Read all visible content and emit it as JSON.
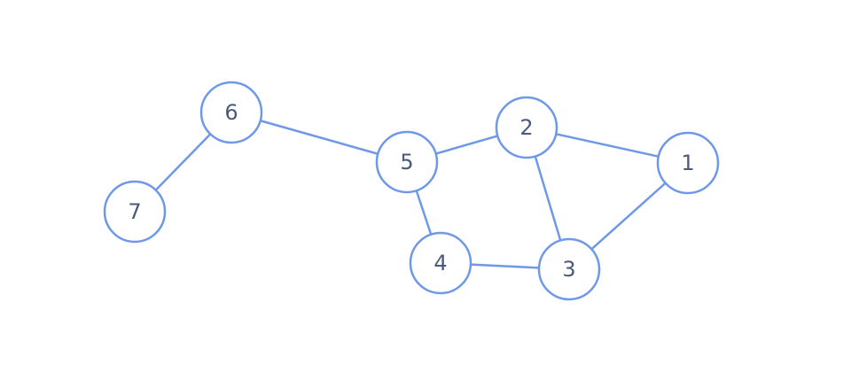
{
  "graph": {
    "node_color": "#6f98e8",
    "label_color": "#4a5a7a",
    "nodes": [
      {
        "id": "1",
        "label": "1"
      },
      {
        "id": "2",
        "label": "2"
      },
      {
        "id": "3",
        "label": "3"
      },
      {
        "id": "4",
        "label": "4"
      },
      {
        "id": "5",
        "label": "5"
      },
      {
        "id": "6",
        "label": "6"
      },
      {
        "id": "7",
        "label": "7"
      }
    ],
    "edges": [
      {
        "from": "7",
        "to": "6"
      },
      {
        "from": "6",
        "to": "5"
      },
      {
        "from": "5",
        "to": "2"
      },
      {
        "from": "5",
        "to": "4"
      },
      {
        "from": "2",
        "to": "1"
      },
      {
        "from": "2",
        "to": "3"
      },
      {
        "from": "4",
        "to": "3"
      },
      {
        "from": "3",
        "to": "1"
      }
    ]
  }
}
